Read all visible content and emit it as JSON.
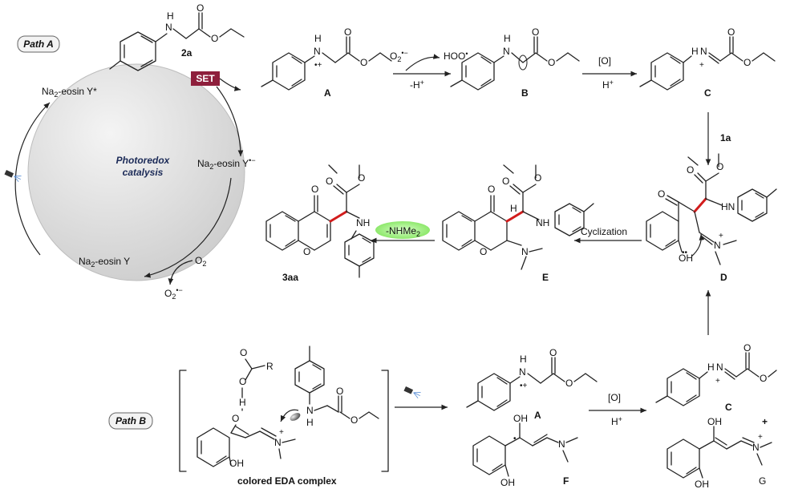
{
  "path_a": {
    "label": "Path A",
    "cycle_center_line1": "Photoredox",
    "cycle_center_line2": "catalysis",
    "set_badge": "SET",
    "cycle_species": [
      "Na2-eosin Y*",
      "Na2-eosin Y•−",
      "Na2-eosin Y"
    ],
    "oxygen": "O2",
    "superoxide": "O2•−"
  },
  "compounds": {
    "reagent_2a": "2a",
    "A": "A",
    "B": "B",
    "C": "C",
    "D": "D",
    "E": "E",
    "product": "3aa",
    "F": "F",
    "G": "G"
  },
  "conditions": {
    "a_to_b_top": "O2•−",
    "a_to_b_side": "HOO•",
    "a_to_b_bottom": "-H+",
    "b_to_c_top": "[O]",
    "b_to_c_bottom": "H+",
    "c_to_d": "1a",
    "d_to_e": "Cyclization",
    "e_to_3aa_badge": "-NHMe2",
    "pathb_top": "[O]",
    "pathb_bottom": "H+",
    "plus": "+"
  },
  "path_b": {
    "label": "Path B",
    "complex_label": "colored EDA complex",
    "atom_R": "R"
  },
  "colors": {
    "sphere": "#d9d9d9",
    "set_badge": "#8e1f3c",
    "highlight_bond": "#d21c1c",
    "nhme2_badge": "#a8f08c"
  }
}
